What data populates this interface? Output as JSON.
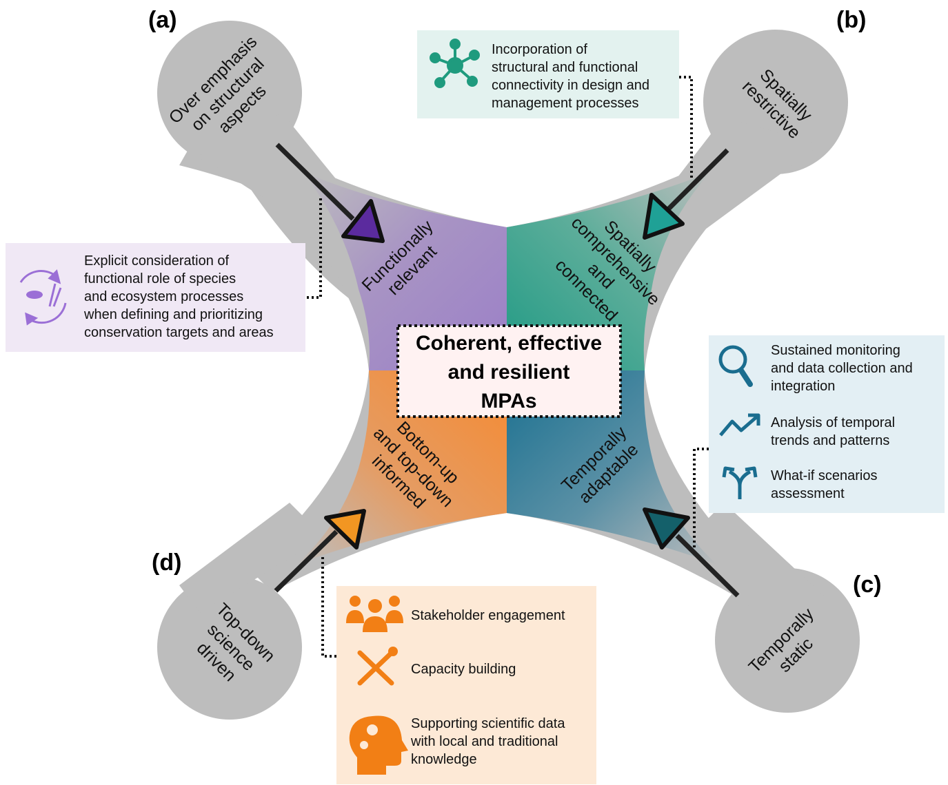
{
  "colors": {
    "gray": "#c0c0c0",
    "purple": "#a892c6",
    "purple_dark": "#5b2b9e",
    "green": "#4aa392",
    "green_dark": "#1fa196",
    "orange": "#ee8f49",
    "orange_dark": "#f29622",
    "blue": "#3d7f96",
    "blue_dark": "#14606a",
    "box_green": "#e3f2ef",
    "box_purple": "#f0e8f5",
    "box_blue": "#e3eff4",
    "box_orange": "#fde9d6",
    "icon_green": "#1f9b7e",
    "icon_purple": "#9b6fd6",
    "icon_blue": "#1a6d8f",
    "icon_orange": "#f27f15"
  },
  "panel_labels": {
    "a": "(a)",
    "b": "(b)",
    "c": "(c)",
    "d": "(d)"
  },
  "center": {
    "lines": [
      "Coherent, effective",
      "and resilient",
      "MPAs"
    ]
  },
  "nodes": {
    "a": {
      "lines": [
        "Over emphasis",
        "on structural",
        "aspects"
      ]
    },
    "b": {
      "lines": [
        "Spatially",
        "restrictive"
      ]
    },
    "c": {
      "lines": [
        "Temporally",
        "static"
      ]
    },
    "d": {
      "lines": [
        "Top-down",
        "science",
        "driven"
      ]
    }
  },
  "quadrants": {
    "a": {
      "lines": [
        "Functionally",
        "relevant"
      ]
    },
    "b": {
      "lines": [
        "Spatially",
        "comprehensive",
        "and",
        "connected"
      ]
    },
    "c": {
      "lines": [
        "Temporally",
        "adaptable"
      ]
    },
    "d": {
      "lines": [
        "Bottom-up",
        "and top-down",
        "informed"
      ]
    }
  },
  "boxes": {
    "b": {
      "icon": "network-icon",
      "lines": [
        "Incorporation of",
        "structural and functional",
        "connectivity in design and",
        "management processes"
      ]
    },
    "a": {
      "icon": "ecosystem-cycle-icon",
      "lines": [
        "Explicit consideration of",
        "functional role of species",
        "and ecosystem processes",
        "when defining and prioritizing",
        "conservation targets and areas"
      ]
    },
    "c": {
      "items": [
        {
          "icon": "magnifier-icon",
          "lines": [
            "Sustained monitoring",
            "and data collection and",
            "integration"
          ]
        },
        {
          "icon": "trend-arrow-icon",
          "lines": [
            "Analysis of temporal",
            "trends and patterns"
          ]
        },
        {
          "icon": "split-arrows-icon",
          "lines": [
            "What-if scenarios",
            "assessment"
          ]
        }
      ]
    },
    "d": {
      "items": [
        {
          "icon": "people-group-icon",
          "lines": [
            "Stakeholder engagement"
          ]
        },
        {
          "icon": "wrench-screwdriver-icon",
          "lines": [
            "Capacity building"
          ]
        },
        {
          "icon": "head-gears-icon",
          "lines": [
            "Supporting scientific data",
            "with local and traditional",
            "knowledge"
          ]
        }
      ]
    }
  }
}
